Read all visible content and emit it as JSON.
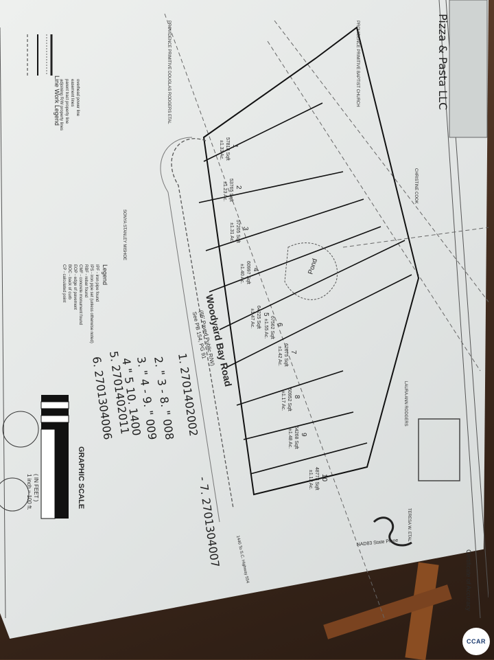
{
  "road": {
    "name": "Woodyard Bay Road",
    "sub": "(66' Paved Public R/W)",
    "ref": "See PB 154, PG 91"
  },
  "title_hand": "Pizza & Pasta LLC",
  "line_legend": {
    "title": "Line Work Legend",
    "items": [
      "adjoining R/W property lines",
      "parent tract property line",
      "easement lines",
      "overhead power line"
    ]
  },
  "legend": {
    "title": "Legend",
    "items": [
      "IPF - iron pipe found",
      "IPS - iron pipe set (unless otherwise noted)",
      "RBF - rebar found",
      "CMF - concrete monument found",
      "EOP - edge of pavement",
      "BOC - back of curb",
      "CP - calculated point"
    ]
  },
  "lots": [
    {
      "n": "1",
      "a": "57818 Sqft",
      "b": "±1.33 Ac."
    },
    {
      "n": "2",
      "a": "53765 Sqft",
      "b": "±1.23 Ac."
    },
    {
      "n": "3",
      "a": "57205 Sqft",
      "b": "±1.31 Ac."
    },
    {
      "n": "4",
      "a": "60997 Sqft",
      "b": "±1.40 Ac."
    },
    {
      "n": "5",
      "a": "64225 Sqft",
      "b": "±1.47 Ac."
    },
    {
      "n": "6",
      "a": "67562 Sqft",
      "b": "±1.55 Ac."
    },
    {
      "n": "7",
      "a": "62075 Sqft",
      "b": "±1.42 Ac."
    },
    {
      "n": "8",
      "a": "50952 Sqft",
      "b": "±1.17 Ac."
    },
    {
      "n": "9",
      "a": "64268 Sqft",
      "b": "±1.48 Ac."
    },
    {
      "n": "10",
      "a": "48773 Sqft",
      "b": "±1.12 Ac."
    }
  ],
  "pond": "Pond",
  "owners": {
    "providence": "PROVIDENCE PRIMITIVE BAPTIST CHURCH",
    "douglas": "PROVIDENCE PRIMITIVE DOUGLAS RODGERS ETAL",
    "sonya": "SONYA STANLEY MISHOE",
    "laura": "LAURA ANN RODGERS",
    "christine": "CHRISTINE COOK",
    "teresa": "TERESA W. ETAL"
  },
  "highway": "1440 To S.C. Highway 554",
  "north": "NAD83 State Plane",
  "scale": {
    "title": "GRAPHIC SCALE",
    "unit": "( IN FEET )",
    "ratio": "1 inch = 100 ft."
  },
  "hand_notes": [
    "1. 2701402002",
    "2. \" 3 - 8. \" 008",
    "3. \" 4 - 9. \" 009",
    "4 \" 5 10. 1400",
    "5. 2701402011",
    "6. 2701304006",
    "- 7. 2701304007"
  ],
  "certificate": "Certificate of Accuracy",
  "watermark": "CCAR"
}
